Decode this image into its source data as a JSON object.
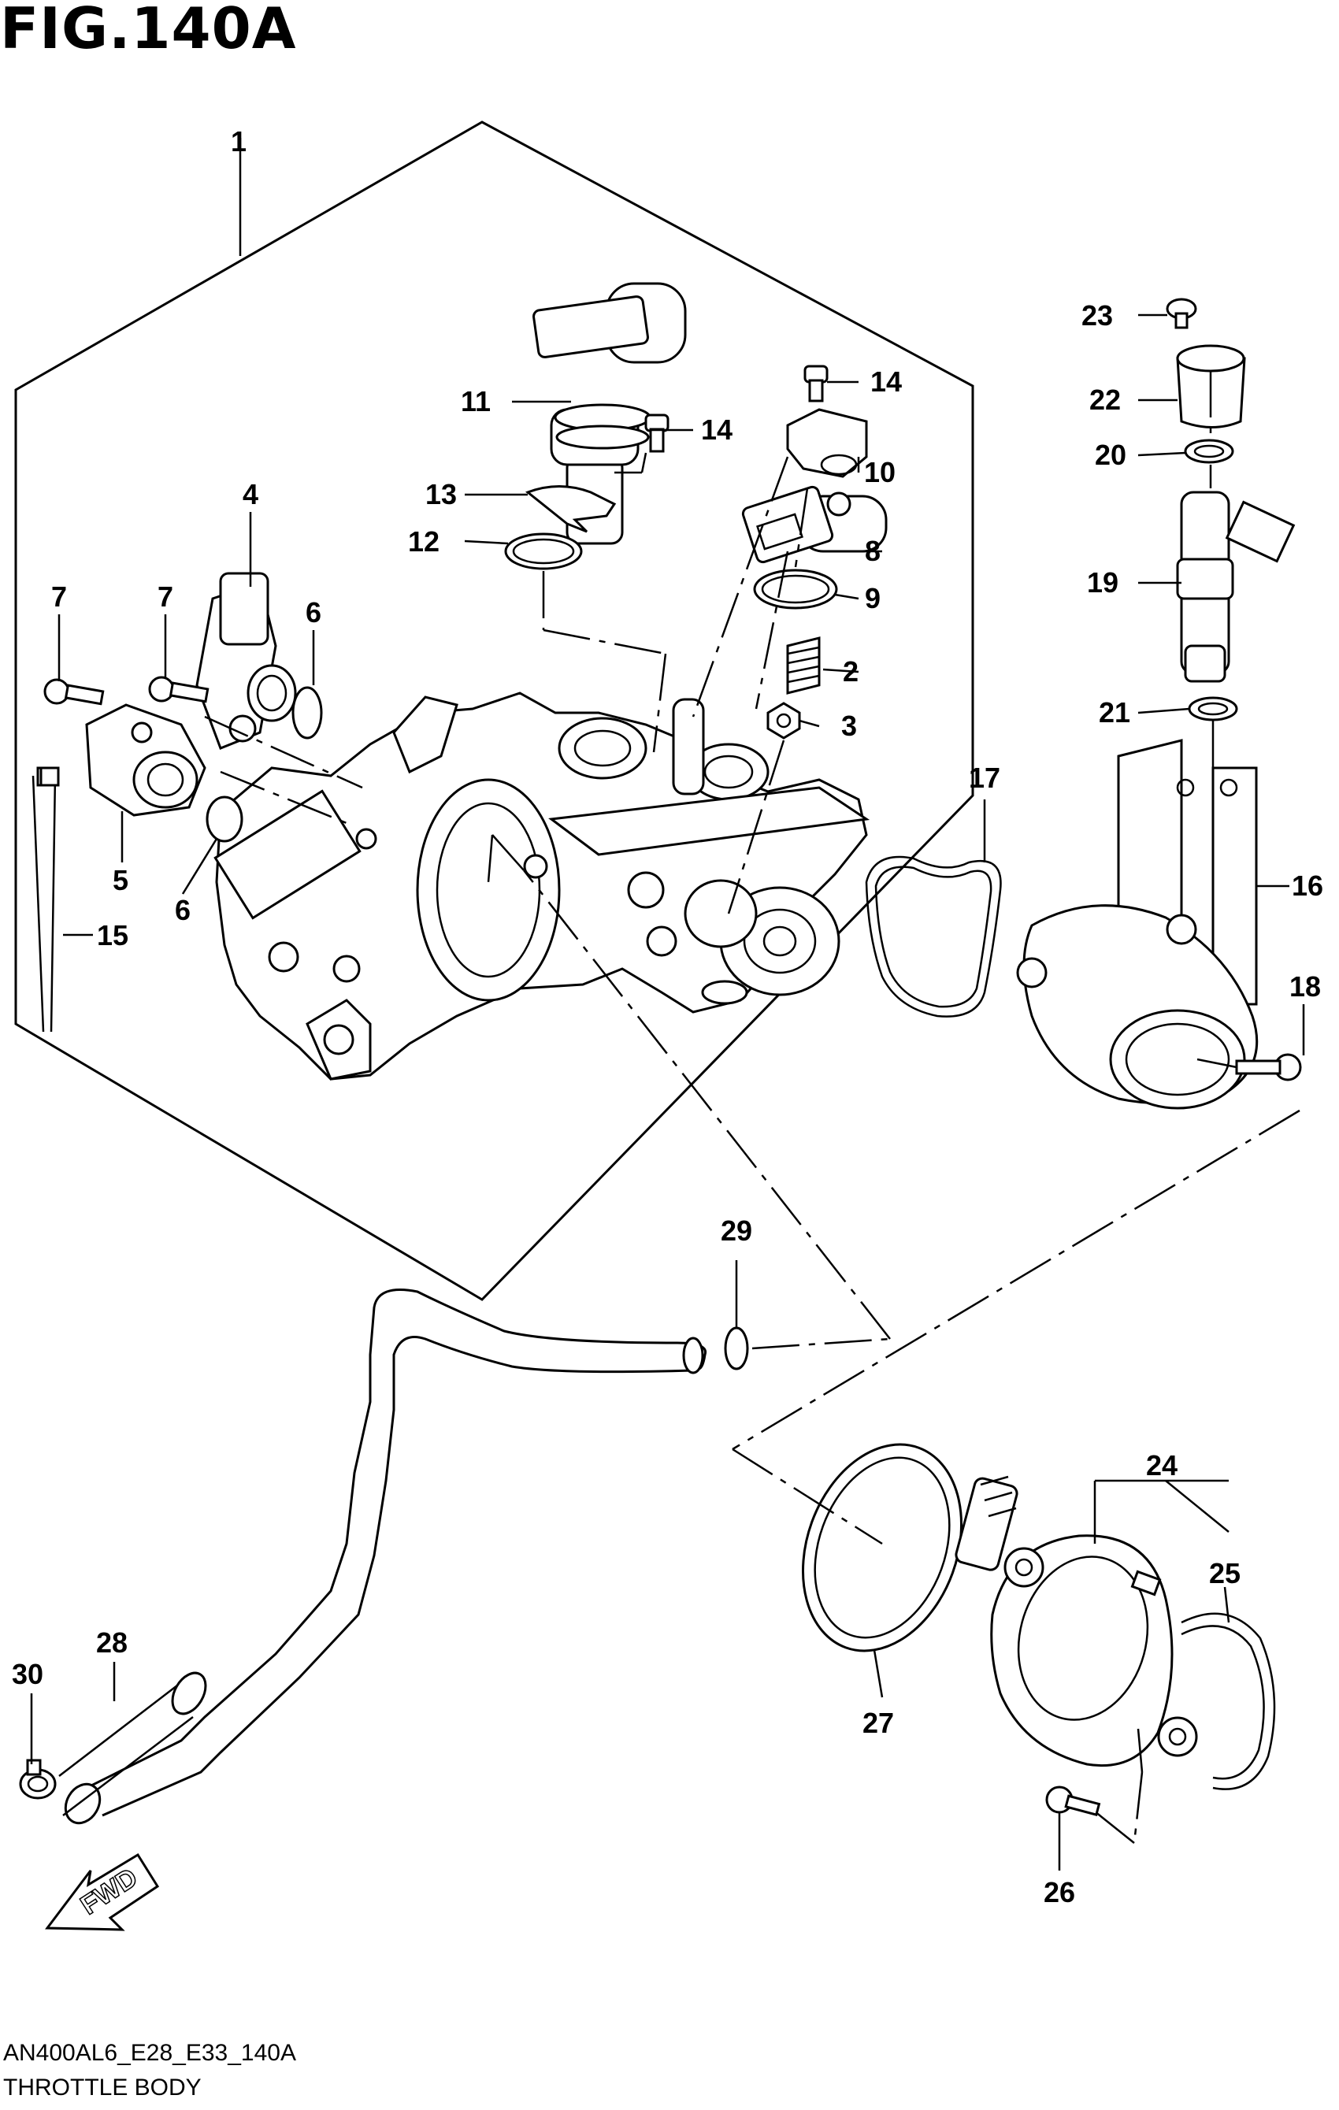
{
  "figure": {
    "title": "FIG.140A",
    "model_code": "AN400AL6_E28_E33_140A",
    "name": "THROTTLE BODY"
  },
  "direction_arrow": {
    "label": "FWD"
  },
  "callouts": {
    "c1": "1",
    "c2": "2",
    "c3": "3",
    "c4": "4",
    "c5": "5",
    "c6a": "6",
    "c6b": "6",
    "c7a": "7",
    "c7b": "7",
    "c8": "8",
    "c9": "9",
    "c10": "10",
    "c11": "11",
    "c12": "12",
    "c13": "13",
    "c14a": "14",
    "c14b": "14",
    "c15": "15",
    "c16": "16",
    "c17": "17",
    "c18": "18",
    "c19": "19",
    "c20": "20",
    "c21": "21",
    "c22": "22",
    "c23": "23",
    "c24": "24",
    "c25": "25",
    "c26": "26",
    "c27": "27",
    "c28": "28",
    "c29": "29",
    "c30": "30"
  }
}
